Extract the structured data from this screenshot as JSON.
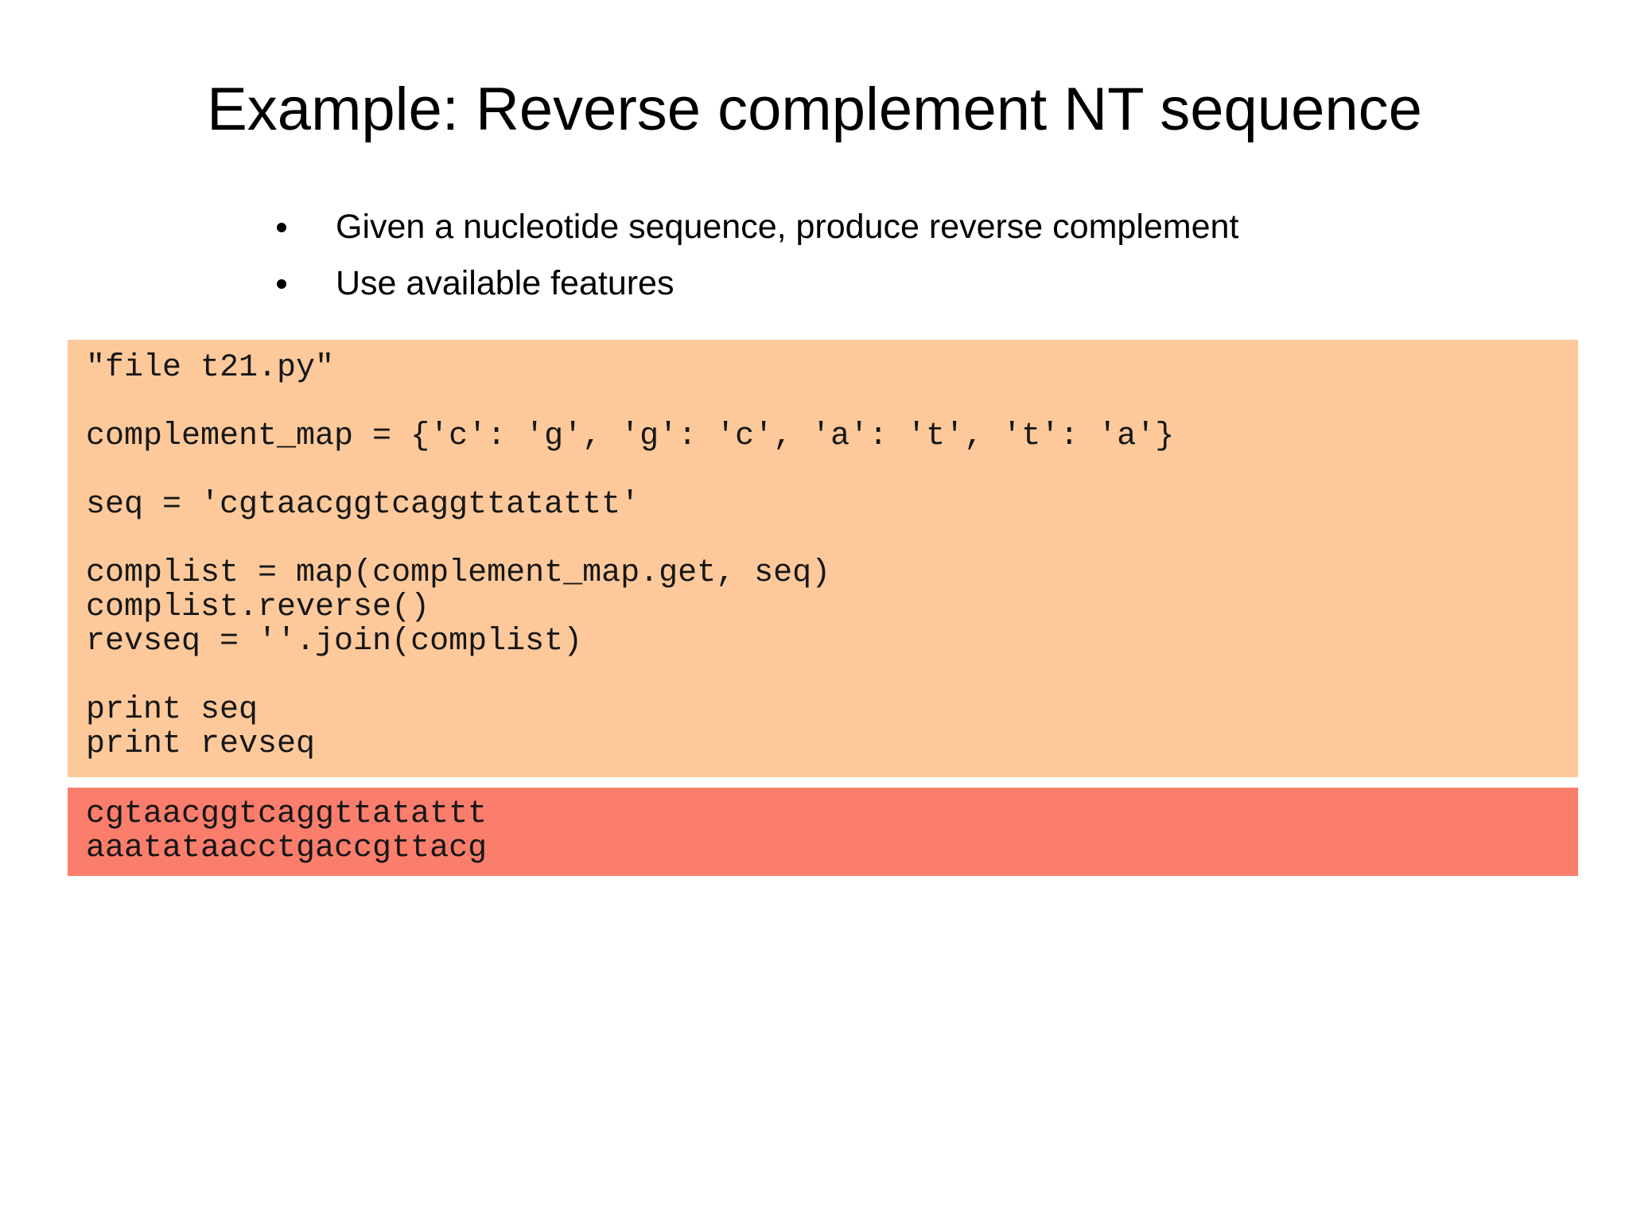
{
  "slide": {
    "title": "Example: Reverse complement NT sequence",
    "bullets": [
      "Given a nucleotide sequence, produce reverse complement",
      "Use available features"
    ],
    "code_block": {
      "bg_color": "#FDC99B",
      "text_color": "#161616",
      "lines": [
        "\"file t21.py\"",
        "",
        "complement_map = {'c': 'g', 'g': 'c', 'a': 't', 't': 'a'}",
        "",
        "seq = 'cgtaacggtcaggttatattt'",
        "",
        "complist = map(complement_map.get, seq)",
        "complist.reverse()",
        "revseq = ''.join(complist)",
        "",
        "print seq",
        "print revseq"
      ]
    },
    "output_block": {
      "bg_color": "#FB7D6C",
      "text_color": "#161616",
      "lines": [
        "cgtaacggtcaggttatattt",
        "aaatataacctgaccgttacg"
      ]
    }
  }
}
